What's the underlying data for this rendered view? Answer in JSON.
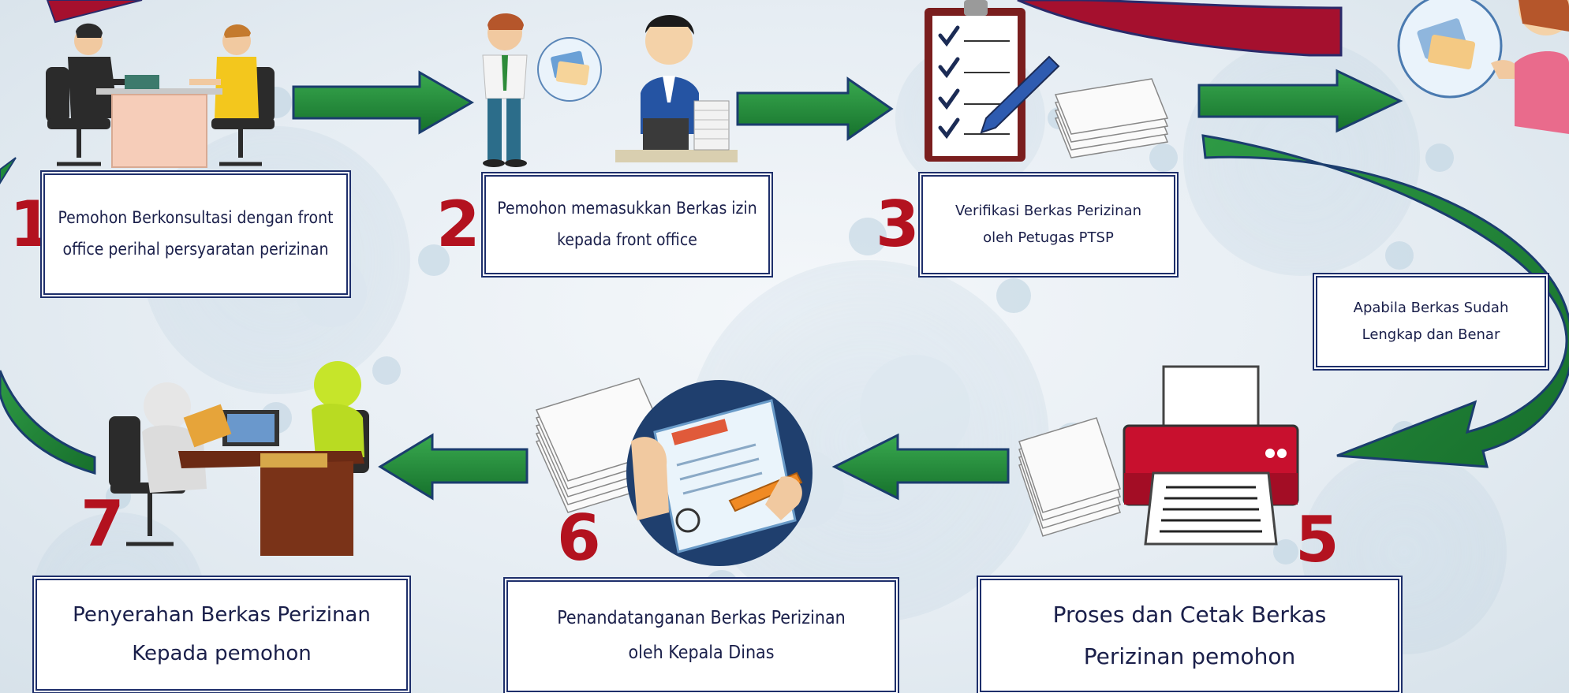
{
  "colors": {
    "arrow_green": "#1f8a3a",
    "arrow_outline": "#1b3d6e",
    "number_red": "#b3121f",
    "curve_maroon": "#a5102e",
    "box_border": "#1e2f6b"
  },
  "steps": [
    {
      "number": "1",
      "text": "Pemohon Berkonsultasi dengan front office perihal persyaratan perizinan",
      "line1": "Pemohon Berkonsultasi dengan front",
      "line2": "office perihal persyaratan perizinan",
      "illustration": "consultation-desk-icon"
    },
    {
      "number": "2",
      "text": "Pemohon memasukkan Berkas izin kepada front office",
      "line1": "Pemohon memasukkan Berkas izin",
      "line2": "kepada front office",
      "illustration": "submit-documents-icon"
    },
    {
      "number": "3",
      "text": "Verifikasi Berkas Perizinan oleh Petugas PTSP",
      "line1": "Verifikasi Berkas Perizinan",
      "line2": "oleh Petugas PTSP",
      "illustration": "checklist-clipboard-icon"
    },
    {
      "number": "5",
      "text": "Proses dan Cetak Berkas Perizinan pemohon",
      "line1": "Proses dan Cetak Berkas",
      "line2": "Perizinan pemohon",
      "illustration": "printer-icon"
    },
    {
      "number": "6",
      "text": "Penandatanganan Berkas Perizinan oleh Kepala Dinas",
      "line1": "Penandatanganan Berkas Perizinan",
      "line2": "oleh Kepala Dinas",
      "illustration": "signing-document-icon"
    },
    {
      "number": "7",
      "text": "Penyerahan Berkas Perizinan Kepada pemohon",
      "line1": "Penyerahan Berkas Perizinan",
      "line2": "Kepada pemohon",
      "illustration": "handover-desk-icon"
    }
  ],
  "condition": {
    "line1": "Apabila Berkas Sudah",
    "line2": "Lengkap dan Benar"
  }
}
